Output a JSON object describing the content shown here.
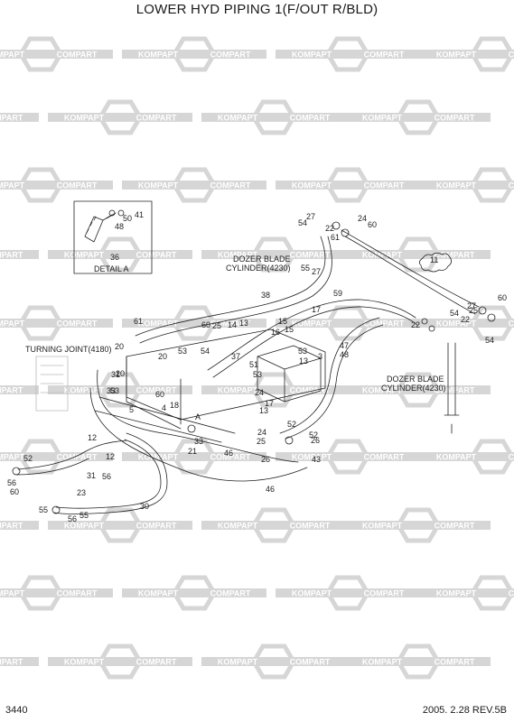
{
  "title": "LOWER HYD PIPING 1(F/OUT R/BLD)",
  "page_number": "3440",
  "revision": "2005. 2.28  REV.5B",
  "watermark": {
    "left_text": "KOMPAPT",
    "right_text": "COMPART",
    "color": "#d6d6d6"
  },
  "captions": {
    "detail_a": "DETAIL A",
    "turning_joint": "TURNING JOINT(4180)",
    "dozer_left_1": "DOZER BLADE",
    "dozer_left_2": "CYLINDER(4230)",
    "dozer_right_1": "DOZER BLADE",
    "dozer_right_2": "CYLINDER(4230)"
  },
  "callouts": [
    "41",
    "50",
    "48",
    "36",
    "27",
    "54",
    "22",
    "61",
    "24",
    "60",
    "55",
    "27",
    "11",
    "60",
    "54",
    "22",
    "25",
    "27",
    "22",
    "54",
    "38",
    "59",
    "17",
    "15",
    "3",
    "16",
    "15",
    "47",
    "48",
    "61",
    "60",
    "25",
    "14",
    "13",
    "20",
    "53",
    "54",
    "31",
    "53",
    "33",
    "37",
    "51",
    "20",
    "53",
    "13",
    "18",
    "4",
    "5",
    "21",
    "33",
    "53",
    "24",
    "17",
    "13",
    "24",
    "25",
    "52",
    "26",
    "52",
    "26",
    "43",
    "46",
    "46",
    "12",
    "12",
    "31",
    "56",
    "52",
    "56",
    "60",
    "23",
    "55",
    "56",
    "55",
    "30",
    "60",
    "20",
    "A",
    "A",
    "A"
  ]
}
